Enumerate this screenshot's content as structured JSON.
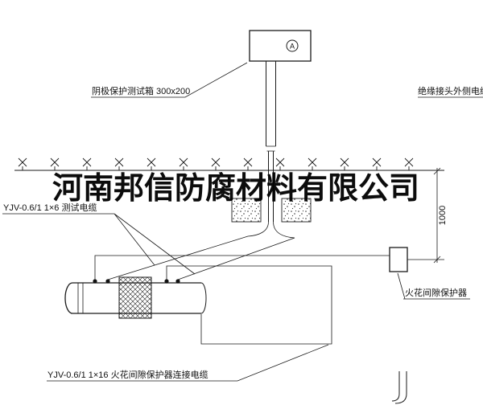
{
  "watermark": "河南邦信防腐材料有限公司",
  "labels": {
    "test_box": "阴极保护测试箱 300x200",
    "insulated_joint_cable": "绝缘接头外侧电缆",
    "test_cable": "YJV-0.6/1 1×6  测试电缆",
    "spark_gap_protector": "火花间隙保护器",
    "spark_gap_cable": "YJV-0.6/1 1×16  火花间隙保护器连接电缆"
  },
  "dimension": {
    "vertical_1000": "1000"
  },
  "symbols": {
    "meter_letter": "A"
  },
  "colors": {
    "line": "#1a1a1a",
    "background": "#ffffff",
    "watermark": "#000000"
  }
}
